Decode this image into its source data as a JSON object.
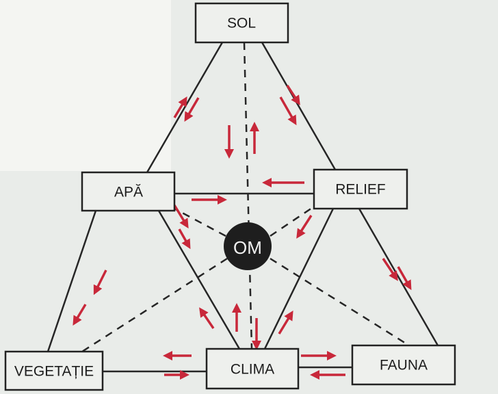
{
  "diagram": {
    "title": "",
    "center": {
      "label": "OM"
    },
    "nodes": [
      {
        "id": "sol",
        "label": "SOL"
      },
      {
        "id": "apa",
        "label": "APĂ"
      },
      {
        "id": "relief",
        "label": "RELIEF"
      },
      {
        "id": "vegetatie",
        "label": "VEGETAȚIE"
      },
      {
        "id": "clima",
        "label": "CLIMA"
      },
      {
        "id": "fauna",
        "label": "FAUNA"
      }
    ],
    "links_solid": [
      [
        "sol",
        "apa"
      ],
      [
        "sol",
        "relief"
      ],
      [
        "apa",
        "relief"
      ],
      [
        "apa",
        "clima"
      ],
      [
        "relief",
        "clima"
      ],
      [
        "relief",
        "fauna"
      ],
      [
        "apa",
        "vegetatie"
      ],
      [
        "vegetatie",
        "clima"
      ],
      [
        "clima",
        "fauna"
      ]
    ],
    "links_dashed": [
      [
        "sol",
        "clima"
      ],
      [
        "om",
        "apa"
      ],
      [
        "om",
        "relief"
      ],
      [
        "om",
        "vegetatie"
      ],
      [
        "om",
        "fauna"
      ]
    ],
    "colors": {
      "arrow": "#c8283a",
      "line": "#262626",
      "om_fill": "#1e1e1e"
    }
  }
}
